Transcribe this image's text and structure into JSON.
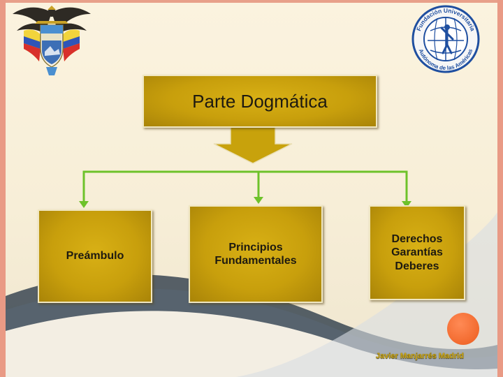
{
  "diagram": {
    "root": {
      "label": "Parte Dogmática"
    },
    "children": [
      {
        "lines": [
          "Preámbulo"
        ]
      },
      {
        "lines": [
          "Principios",
          "Fundamentales"
        ]
      },
      {
        "lines": [
          "Derechos",
          "Garantías",
          "Deberes"
        ]
      }
    ]
  },
  "logos": {
    "left": {
      "icon": "colombia-coat-of-arms-icon"
    },
    "right": {
      "icon": "university-seal-icon",
      "text_top": "Fundación Universitaria",
      "text_bottom": "Autónoma de las Américas"
    }
  },
  "footer": {
    "author": "Javier Manjarrés Madrid"
  },
  "colors": {
    "box_fill": "#c89f0c",
    "connector": "#6ec22a",
    "arrow": "#c8a20c",
    "accent_circle": "#f26a2e",
    "page_border": "#e99a85"
  }
}
